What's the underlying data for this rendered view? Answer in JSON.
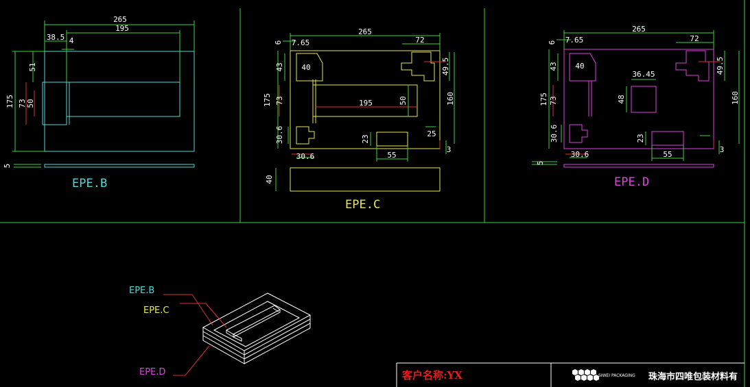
{
  "drawings": {
    "epe_b": {
      "title": "EPE.B",
      "dims": {
        "w265": "265",
        "w195": "195",
        "w38_5": "38.5",
        "w4": "4",
        "h51": "51",
        "h175": "175",
        "h73": "73",
        "h50": "50",
        "t5": "5"
      }
    },
    "epe_c": {
      "title": "EPE.C",
      "dims": {
        "w7_65": "7.65",
        "w265": "265",
        "w72": "72",
        "h6": "6",
        "h43": "43",
        "w40": "40",
        "h49_5": "49.5",
        "h175": "175",
        "h73": "73",
        "w195": "195",
        "h50": "50",
        "h160": "160",
        "h30_6": "30.6",
        "h23": "23",
        "h25": "25",
        "w30_6": "30.6",
        "w55": "55",
        "t3": "3",
        "t40": "40"
      }
    },
    "epe_d": {
      "title": "EPE.D",
      "dims": {
        "w7_65": "7.65",
        "w265": "265",
        "w72": "72",
        "h6": "6",
        "h43": "43",
        "w40": "40",
        "w36_45": "36.45",
        "h49_5": "49.5",
        "h175": "175",
        "h73": "73",
        "h48": "48",
        "h160": "160",
        "h30_6": "30.6",
        "h23": "23",
        "w30_6": "30.6",
        "w55": "55",
        "t3": "3",
        "t5": "5"
      }
    }
  },
  "assembly": {
    "labels": {
      "b": "EPE.B",
      "c": "EPE.C",
      "d": "EPE.D"
    }
  },
  "title_block": {
    "customer": "客户名称:YX",
    "brand_small": "SIWEI PACKAGING",
    "company": "珠海市四唯包装材料有"
  },
  "colors": {
    "epe_b": "#4fd8d8",
    "epe_c": "#e8e84a",
    "epe_d": "#e040e0",
    "frame": "#3cd43c",
    "dim_line": "#3cd43c",
    "red_mark": "#e03030",
    "title_red": "#e02020"
  }
}
